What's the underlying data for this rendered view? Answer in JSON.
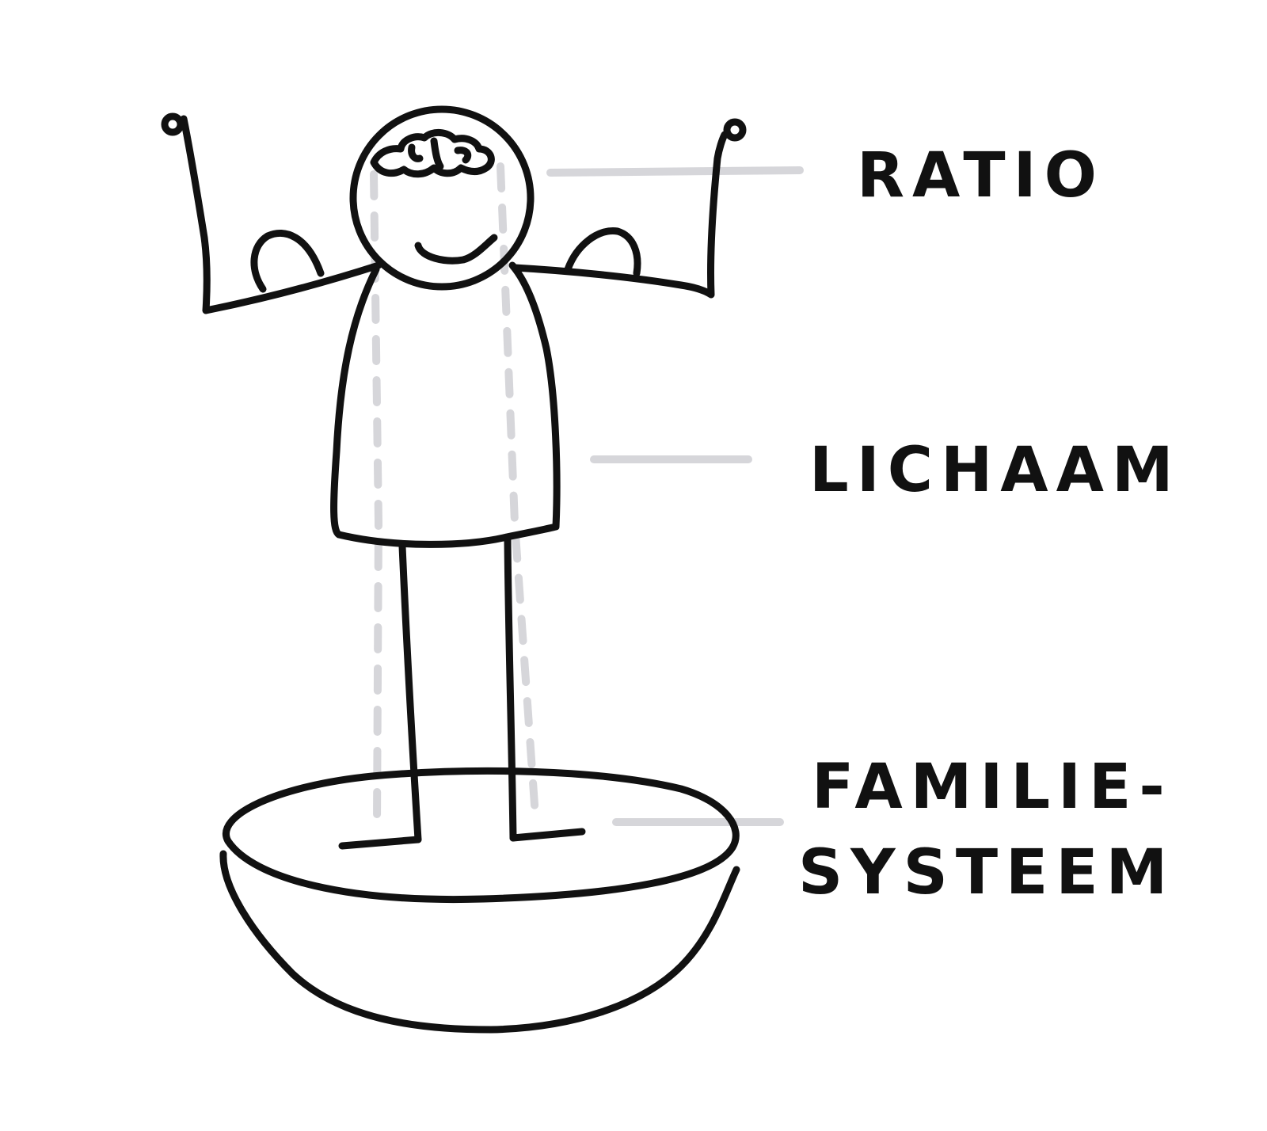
{
  "labels": {
    "ratio": "RATIO",
    "body": "LICHAAM",
    "family_line1": "FAMILIE-",
    "family_line2": "SYSTEEM"
  },
  "colors": {
    "ink": "#111111",
    "guide": "#d6d6da",
    "background": "#ffffff"
  },
  "icons": {
    "figure": "stick-figure-with-raised-arms",
    "brain": "brain-icon",
    "base": "bowl-icon"
  }
}
